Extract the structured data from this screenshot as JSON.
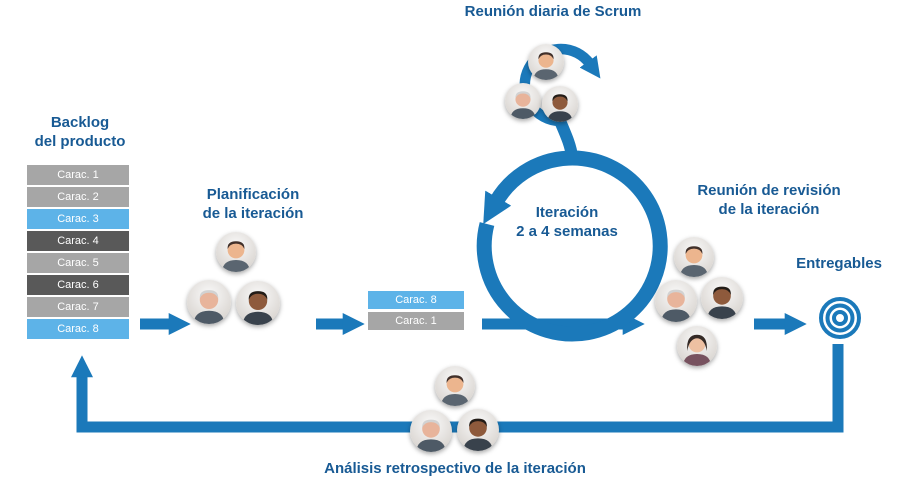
{
  "colors": {
    "accent_blue": "#1b79ba",
    "heading_blue": "#185a94",
    "item_gray": "#a6a6a6",
    "item_dark": "#595959",
    "item_lightblue": "#5db3e8",
    "item_text": "#ffffff"
  },
  "labels": {
    "daily_scrum": "Reunión diaria de Scrum",
    "backlog_line1": "Backlog",
    "backlog_line2": "del producto",
    "planning_line1": "Planificación",
    "planning_line2": "de la iteración",
    "iteration_line1": "Iteración",
    "iteration_line2": "2 a 4 semanas",
    "review_line1": "Reunión de revisión",
    "review_line2": "de la iteración",
    "deliverables": "Entregables",
    "retrospective": "Análisis retrospectivo de la iteración"
  },
  "backlog": {
    "items": [
      {
        "label": "Carac. 1",
        "color": "#a6a6a6"
      },
      {
        "label": "Carac. 2",
        "color": "#a6a6a6"
      },
      {
        "label": "Carac. 3",
        "color": "#5db3e8"
      },
      {
        "label": "Carac. 4",
        "color": "#595959"
      },
      {
        "label": "Carac. 5",
        "color": "#a6a6a6"
      },
      {
        "label": "Carac. 6",
        "color": "#595959"
      },
      {
        "label": "Carac. 7",
        "color": "#a6a6a6"
      },
      {
        "label": "Carac. 8",
        "color": "#5db3e8"
      }
    ]
  },
  "iteration_backlog": {
    "items": [
      {
        "label": "Carac. 8",
        "color": "#5db3e8"
      },
      {
        "label": "Carac. 1",
        "color": "#a6a6a6"
      }
    ]
  },
  "icons": {
    "deliverables": "concentric-rings-icon",
    "daily_loop": "circular-arrow-icon",
    "iteration_loop": "spiral-arrow-icon",
    "flow": "right-arrow-icon",
    "retrospective_loop": "return-arrow-icon",
    "avatar_clusters": {
      "daily_scrum": [
        "man-avatar",
        "gray-hair-man-avatar",
        "dark-skinned-man-avatar"
      ],
      "planning": [
        "man-avatar",
        "gray-hair-man-avatar",
        "dark-skinned-man-avatar"
      ],
      "review": [
        "man-avatar",
        "gray-hair-man-avatar",
        "dark-skinned-man-avatar",
        "woman-avatar"
      ],
      "retrospective": [
        "man-avatar",
        "gray-hair-man-avatar",
        "dark-skinned-man-avatar"
      ]
    }
  }
}
